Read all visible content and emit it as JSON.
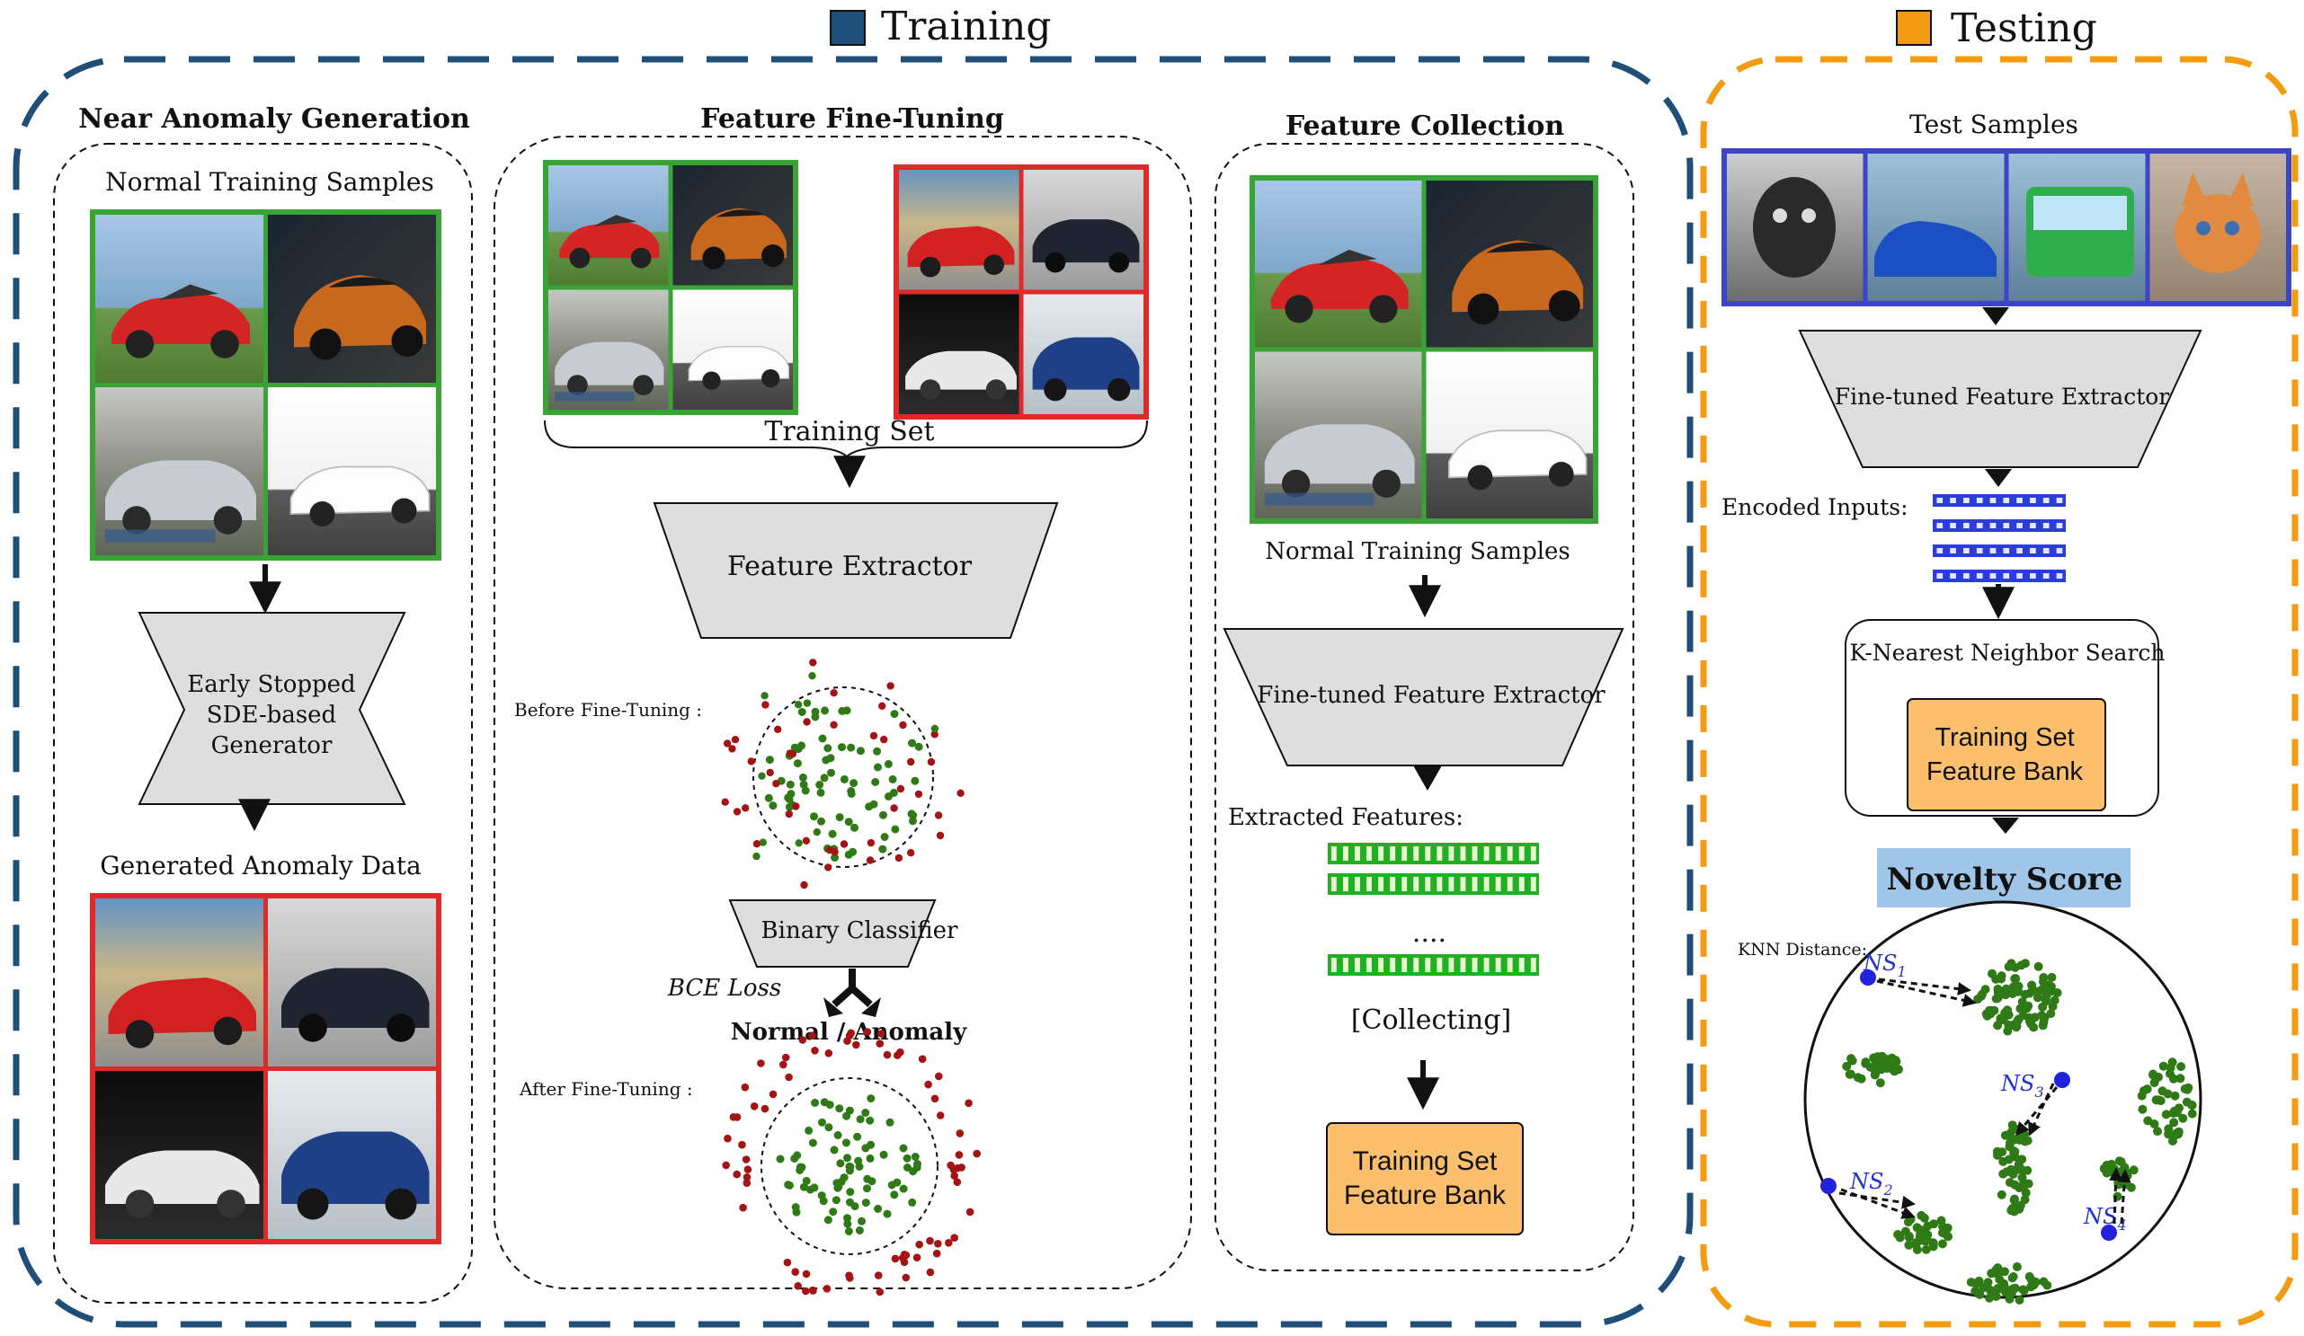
{
  "legend": {
    "training": {
      "label": "Training",
      "color": "#1f4e79"
    },
    "testing": {
      "label": "Testing",
      "color": "#f39c12"
    }
  },
  "near_anomaly": {
    "title": "Near Anomaly Generation",
    "normal_label": "Normal Training Samples",
    "generator_lines": [
      "Early Stopped",
      "SDE-based",
      "Generator"
    ],
    "generated_label": "Generated Anomaly Data"
  },
  "fine_tuning": {
    "title": "Feature Fine-Tuning",
    "training_set_label": "Training Set",
    "extractor_label": "Feature Extractor",
    "before_label": "Before Fine-Tuning :",
    "classifier_label": "Binary Classifier",
    "loss_label": "BCE  Loss",
    "output_label": "Normal / Anomaly",
    "after_label": "After Fine-Tuning :"
  },
  "collection": {
    "title": "Feature Collection",
    "normal_label": "Normal Training Samples",
    "extractor_label": "Fine-tuned  Feature Extractor",
    "features_label": "Extracted Features:",
    "ellipsis": "....",
    "collecting_label": "[Collecting]",
    "bank_lines": [
      "Training Set",
      "Feature Bank"
    ]
  },
  "testing": {
    "test_label": "Test Samples",
    "extractor_label": "Fine-tuned  Feature Extractor",
    "encoded_label": "Encoded Inputs:",
    "knn_label": "K-Nearest Neighbor Search",
    "bank_lines": [
      "Training Set",
      "Feature Bank"
    ],
    "novelty_label": "Novelty  Score",
    "knn_distance_label": "KNN Distance:",
    "ns_labels": [
      "NS",
      "NS",
      "NS",
      "NS"
    ],
    "ns_subscripts": [
      "1",
      "2",
      "3",
      "4"
    ]
  },
  "colors": {
    "normal_frame": "#3aa336",
    "anomaly_frame": "#dd2b2b",
    "test_frame": "#3b45c8",
    "normal_point": "#2f7a16",
    "anomaly_point": "#a51414",
    "test_point": "#2222dd",
    "bank_fill": "#fbbf6e",
    "novelty_fill": "#9fc5e8",
    "gray_fill": "#dedede"
  }
}
